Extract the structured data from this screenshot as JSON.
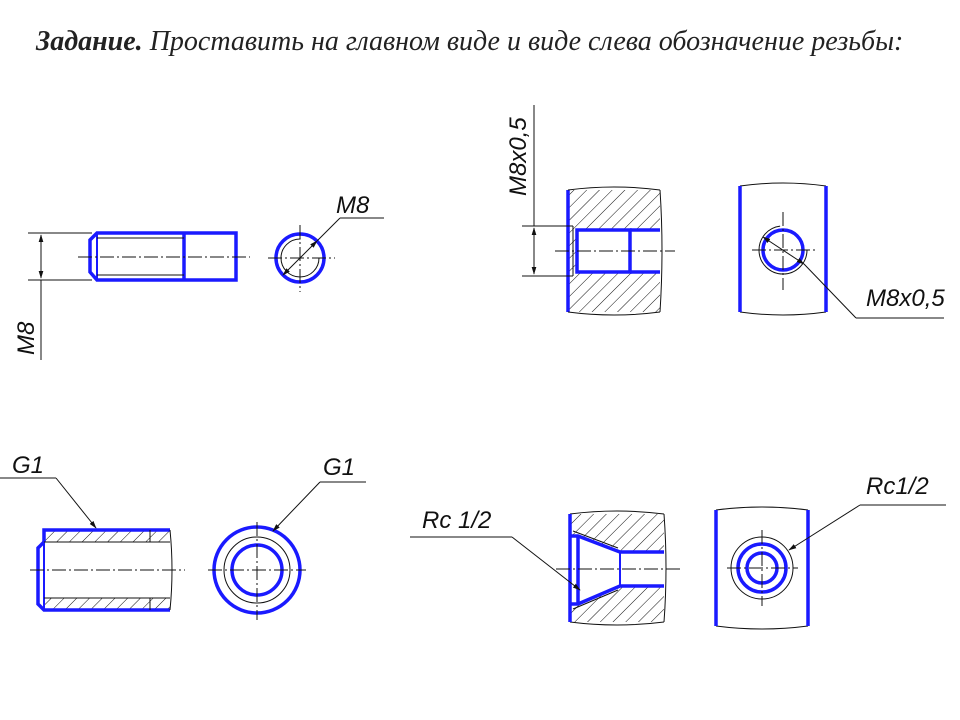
{
  "task": {
    "prefix": "Задание.",
    "text": "Проставить на главном виде и виде слева обозначение резьбы:"
  },
  "labels": {
    "m8_top": "M8",
    "m8_side": "M8",
    "m8x05_vert": "M8x0,5",
    "m8x05_leader": "M8x0,5",
    "g1_left": "G1",
    "g1_right": "G1",
    "rc_left": "Rc 1/2",
    "rc_right": "Rc1/2"
  },
  "colors": {
    "outline": "#1a1aff",
    "thin": "#111111",
    "text": "#222222"
  }
}
